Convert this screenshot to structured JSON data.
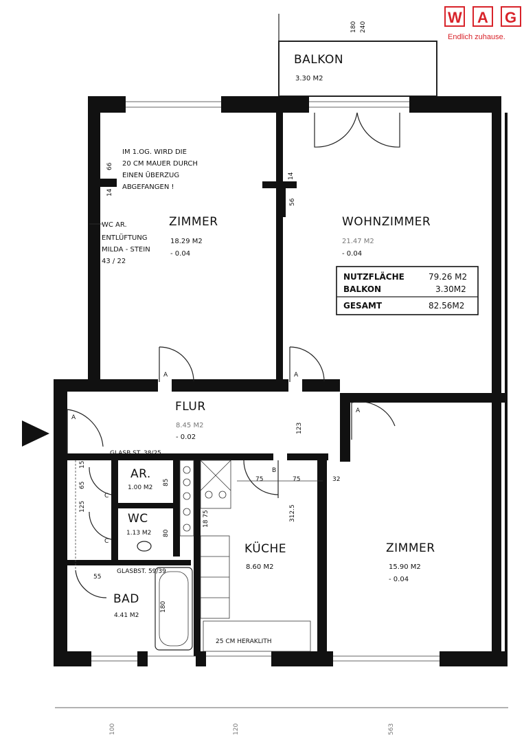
{
  "logo": {
    "letters": [
      "W",
      "A",
      "G"
    ],
    "tagline": "Endlich zuhause."
  },
  "rooms": {
    "balkon": {
      "name": "BALKON",
      "area": "3.30  M2"
    },
    "zimmer1": {
      "name": "ZIMMER",
      "area": "18.29   M2",
      "level": "- 0.04"
    },
    "wohnzimmer": {
      "name": "WOHNZIMMER",
      "area": "21.47   M2",
      "level": "- 0.04"
    },
    "flur": {
      "name": "FLUR",
      "area": "8.45  M2",
      "level": "- 0.02"
    },
    "ar": {
      "name": "AR.",
      "area": "1.00  M2"
    },
    "wc": {
      "name": "WC",
      "area": "1.13  M2"
    },
    "kueche": {
      "name": "KÜCHE",
      "area": "8.60  M2"
    },
    "bad": {
      "name": "BAD",
      "area": "4.41  M2"
    },
    "zimmer2": {
      "name": "ZIMMER",
      "area": "15.90   M2",
      "level": "- 0.04"
    }
  },
  "summary": {
    "rows": [
      {
        "label": "NUTZFLÄCHE",
        "value": "79.26 M2"
      },
      {
        "label": "BALKON",
        "value": "3.30M2"
      },
      {
        "label": "GESAMT",
        "value": "82.56M2"
      }
    ]
  },
  "notes": {
    "wall_note": [
      "IM 1.OG. WIRD DIE",
      "20 CM  MAUER DURCH",
      "EINEN ÜBERZUG",
      "ABGEFANGEN !"
    ],
    "vent_note": [
      "WC AR.",
      "ENTLÜFTUNG",
      "MILDA - STEIN",
      "43 / 22"
    ],
    "glass1": "GLASB.ST. 38/25",
    "glass2": "GLASBST. 59/39",
    "hera": "25 CM HERAKLITH"
  },
  "dims": {
    "top1": "180",
    "top2": "240",
    "d66": "66",
    "d14a": "14",
    "d14b": "14",
    "d56": "56",
    "d123": "123",
    "d75a": "75",
    "d75b": "75",
    "dB": "B",
    "d32": "32",
    "d15": "15",
    "d65": "65",
    "d125": "125",
    "d85": "85",
    "d80": "80",
    "d1875": "18 75",
    "d3125": "312.5",
    "d180": "180",
    "d55": "55",
    "dC1": "C",
    "dC2": "C",
    "b1": "100",
    "b2": "120",
    "b3": "563"
  },
  "entrance_marker": "entrance-arrow"
}
